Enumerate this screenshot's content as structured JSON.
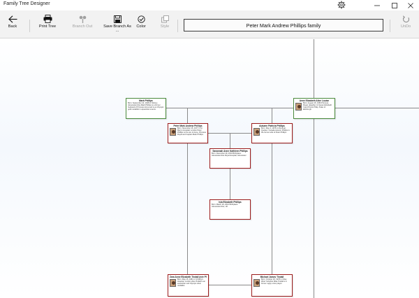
{
  "window": {
    "title": "Family Tree Designer"
  },
  "toolbar": {
    "back": "Back",
    "print": "Print Tree",
    "branch_out": "Branch Out",
    "save_branch": "Save Branch As ...",
    "color": "Color",
    "style": "Style",
    "undo": "UnDo",
    "family_name": "Peter Mark Andrew Phillips family"
  },
  "people": [
    {
      "name": "Mark Phillips",
      "details": "Born: September 22, 1948 in Tetbury, Gloucestershire\nMark Phillips is a former husband of Princess Anne and is an Olympic gold medallist in equestrian events."
    },
    {
      "name": "Anne Elizabeth Alice Louise",
      "details": "Born: August 15, 1950\nPrincess Royal, daughter of Queen Elizabeth II and Prince Philip, Duke of Edinburgh."
    },
    {
      "name": "Peter Mark Andrew Phillips",
      "details": "Born: November 15, 1977 in St Mary's Hospital, London\nPeter Phillips is the son of Anne, Princess Royal and Captain Mark Phillips."
    },
    {
      "name": "Autumn Patricia Phillips",
      "details": "Born: May 3, 1978 in Montreal, Quebec, Canada\nAutumn Phillips is the former wife of Peter Phillips."
    },
    {
      "name": "Savannah Anne Kathleen Phillips",
      "details": "Born: December 29, 2010\nBirthplace: Gloucestershire Royal Hospital, Gloucester"
    },
    {
      "name": "Isla Elizabeth Phillips",
      "details": "Born: March 29, 2012\nBirthplace: Gloucestershire, UK"
    },
    {
      "name": "Zara Anne Elizabeth Tindall (née Phillips)",
      "details": "Born: May 15, 1981 in St Mary's Hospital, London\nZara Tindall is an equestrian and Olympic silver medallist."
    },
    {
      "name": "Michael James Tindall",
      "details": "Born: October 18, 1978 in Otley, West Yorkshire\nMike Tindall is a former rugby union player."
    }
  ]
}
